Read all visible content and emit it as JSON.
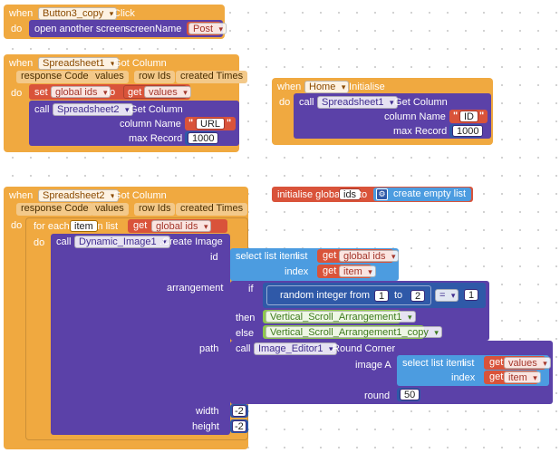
{
  "ev1": {
    "when": "when",
    "component": "Button3_copy",
    "event": ".Click",
    "do": "do",
    "call": "open another screen",
    "param": "screenName",
    "value": "Post"
  },
  "ev2": {
    "when": "when",
    "component": "Spreadsheet1",
    "event": ".Got Column",
    "params": [
      "response Code",
      "values",
      "row Ids",
      "created Times"
    ],
    "do": "do",
    "set": "set",
    "setvar": "global ids",
    "to": "to",
    "get": "get",
    "getvar": "values",
    "call": "call",
    "comp2": "Spreadsheet2",
    "method": ".Get Column",
    "colname": "column Name",
    "colval": "URL",
    "maxrec": "max Record",
    "maxval": "1000"
  },
  "ev3": {
    "when": "when",
    "component": "Home",
    "event": ".Initialise",
    "do": "do",
    "call": "call",
    "comp": "Spreadsheet1",
    "method": ".Get Column",
    "colname": "column Name",
    "colval": "ID",
    "maxrec": "max Record",
    "maxval": "1000"
  },
  "gv": {
    "init": "initialise global",
    "name": "ids",
    "to": "to",
    "create": "create empty list"
  },
  "ev4": {
    "when": "when",
    "component": "Spreadsheet2",
    "event": ".Got Column",
    "params": [
      "response Code",
      "values",
      "row Ids",
      "created Times"
    ],
    "do": "do",
    "foreach": "for each",
    "item": "item",
    "inlist": "in list",
    "get": "get",
    "getvar": "global ids",
    "call": "call",
    "comp": "Dynamic_Image1",
    "method": ".Create Image",
    "id": "id",
    "selectlist": "select list item",
    "list": "list",
    "listvar": "global ids",
    "index": "index",
    "itemvar": "item",
    "arrangement": "arrangement",
    "if": "if",
    "random": "random integer from",
    "from": "1",
    "rto": "to",
    "rmax": "2",
    "eq": "=",
    "cmp": "1",
    "then": "then",
    "thenval": "Vertical_Scroll_Arrangement1",
    "else": "else",
    "elseval": "Vertical_Scroll_Arrangement1_copy",
    "path": "path",
    "call2": "call",
    "comp2": "Image_Editor1",
    "method2": ".Round Corner",
    "imageA": "image A",
    "values": "values",
    "round": "round",
    "roundval": "50",
    "width": "width",
    "widthval": "-2",
    "height": "height",
    "heightval": "-2"
  }
}
